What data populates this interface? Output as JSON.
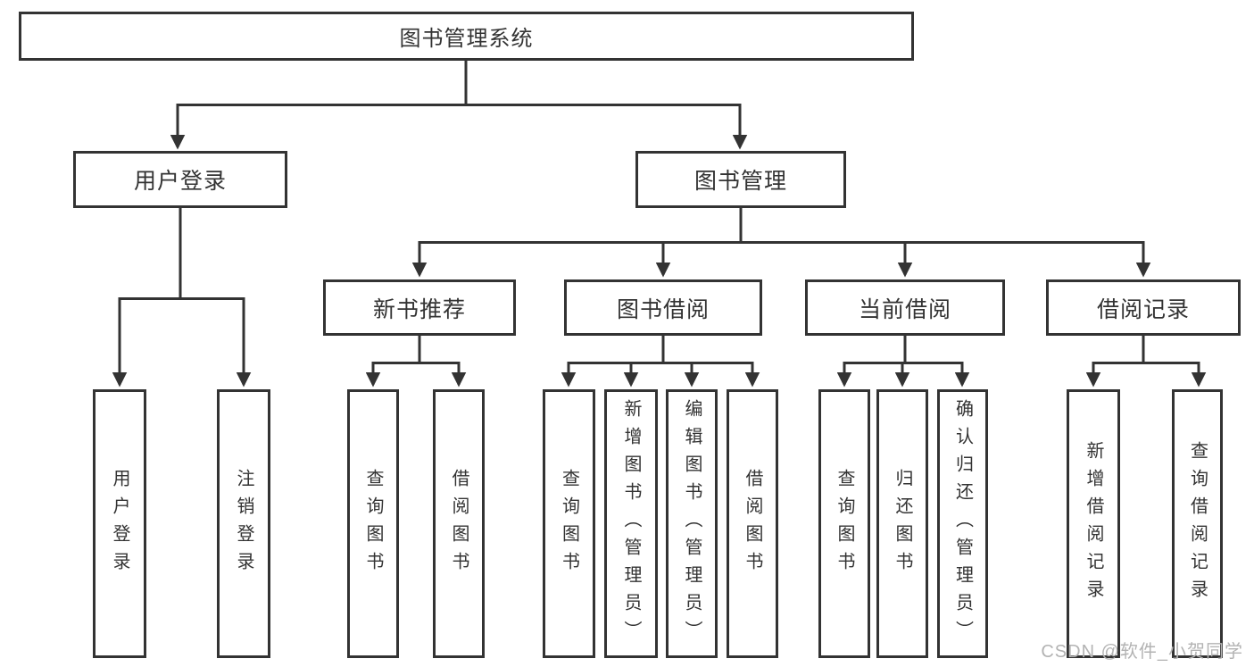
{
  "diagram": {
    "root": {
      "label": "图书管理系统"
    },
    "level2": [
      {
        "label": "用户登录"
      },
      {
        "label": "图书管理"
      }
    ],
    "level3": [
      {
        "label": "新书推荐",
        "parent": "图书管理"
      },
      {
        "label": "图书借阅",
        "parent": "图书管理"
      },
      {
        "label": "当前借阅",
        "parent": "图书管理"
      },
      {
        "label": "借阅记录",
        "parent": "图书管理"
      }
    ],
    "leaves": [
      {
        "label": "用户登录",
        "parent": "用户登录"
      },
      {
        "label": "注销登录",
        "parent": "用户登录"
      },
      {
        "label": "查询图书",
        "parent": "新书推荐"
      },
      {
        "label": "借阅图书",
        "parent": "新书推荐"
      },
      {
        "label": "查询图书",
        "parent": "图书借阅"
      },
      {
        "label": "新增图书（管理员）",
        "parent": "图书借阅"
      },
      {
        "label": "编辑图书（管理员）",
        "parent": "图书借阅"
      },
      {
        "label": "借阅图书",
        "parent": "图书借阅"
      },
      {
        "label": "查询图书",
        "parent": "当前借阅"
      },
      {
        "label": "归还图书",
        "parent": "当前借阅"
      },
      {
        "label": "确认归还（管理员）",
        "parent": "当前借阅"
      },
      {
        "label": "新增借阅记录",
        "parent": "借阅记录"
      },
      {
        "label": "查询借阅记录",
        "parent": "借阅记录"
      }
    ],
    "colors": {
      "line": "#333333",
      "box_border": "#333333",
      "text": "#333333",
      "background": "#ffffff",
      "watermark": "#b3b3b3"
    }
  },
  "watermark": {
    "text": "CSDN @软件_小贺同学"
  }
}
